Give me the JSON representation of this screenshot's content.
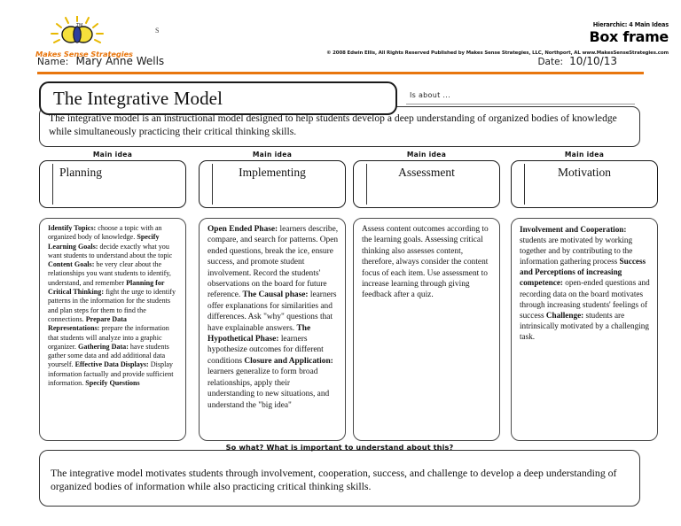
{
  "header": {
    "logo_brand": "Makes Sense Strategies",
    "logo_tm": "TM",
    "sup_mark": "S",
    "name_label": "Name:",
    "name_value": "Mary Anne Wells",
    "date_label": "Date:",
    "date_value": "10/10/13",
    "hierarchic": "Hierarchic: 4 Main Ideas",
    "frame_title": "Box frame",
    "copyright": "© 2008 Edwin Ellis, All Rights Reserved   Published by Makes Sense Strategies, LLC, Northport, AL   www.MakesSenseStrategies.com",
    "accent_color": "#E8760E",
    "brand_color": "#E8760E"
  },
  "topic": {
    "title": "The Integrative Model",
    "is_about_label": "Is about ...",
    "description": "The integrative model is an instructional model designed to help students develop a deep understanding of organized bodies of knowledge while simultaneously practicing their critical thinking skills."
  },
  "columns": [
    {
      "main_idea_label": "Main idea",
      "title": "Planning",
      "details": [
        {
          "lead": "Identify Topics:",
          "text": " choose a topic with an organized body of knowledge."
        },
        {
          "lead": "Specify Learning Goals:",
          "text": " decide exactly what you want students to understand about the topic"
        },
        {
          "lead": "Content Goals:",
          "text": " be very clear about the relationships you want students to identify, understand, and remember"
        },
        {
          "lead": "Planning for Critical Thinking:",
          "text": " fight the urge to identify patterns in the information for the students and plan steps for them to find the connections."
        },
        {
          "lead": "Prepare Data Representations:",
          "text": " prepare the information that students will analyze into a graphic organizer."
        },
        {
          "lead": "Gathering Data:",
          "text": " have students gather some data and add additional data yourself."
        },
        {
          "lead": "Effective Data Displays:",
          "text": " Display information factually and provide sufficient information."
        },
        {
          "lead": "Specify Questions",
          "text": ""
        }
      ]
    },
    {
      "main_idea_label": "Main idea",
      "title": "Implementing",
      "details": [
        {
          "lead": "Open Ended Phase:",
          "text": " learners describe, compare, and search for patterns. Open ended questions, break the ice, ensure success, and promote student involvement. Record the students' observations on the board for future reference."
        },
        {
          "lead": "The Causal phase:",
          "text": " learners offer explanations for similarities and differences. Ask \"why\" questions that have explainable answers."
        },
        {
          "lead": "The Hypothetical Phase:",
          "text": " learners hypothesize outcomes for different conditions"
        },
        {
          "lead": "Closure and Application:",
          "text": " learners generalize to form broad relationships, apply their understanding to new situations, and understand the \"big idea\""
        }
      ]
    },
    {
      "main_idea_label": "Main idea",
      "title": "Assessment",
      "details": [
        {
          "lead": "",
          "text": "Assess content outcomes according to the learning goals. Assessing critical thinking also assesses content, therefore, always consider the content focus of each item."
        },
        {
          "lead": "",
          "text": "Use assessment to increase learning through giving feedback after a quiz."
        }
      ]
    },
    {
      "main_idea_label": "Main idea",
      "title": "Motivation",
      "details": [
        {
          "lead": "Involvement and Cooperation:",
          "text": " students are motivated by working together and by contributing to the information gathering process"
        },
        {
          "lead": "Success and Perceptions of increasing competence:",
          "text": " open-ended questions and recording data on the board motivates through increasing students' feelings of success"
        },
        {
          "lead": "Challenge:",
          "text": " students are intrinsically motivated by a challenging task."
        }
      ]
    }
  ],
  "summary": {
    "prompt": "So what? What is important to understand about this?",
    "text": "The integrative model motivates students through involvement, cooperation, success, and challenge to develop a deep understanding of organized bodies of information while also practicing critical thinking skills."
  }
}
